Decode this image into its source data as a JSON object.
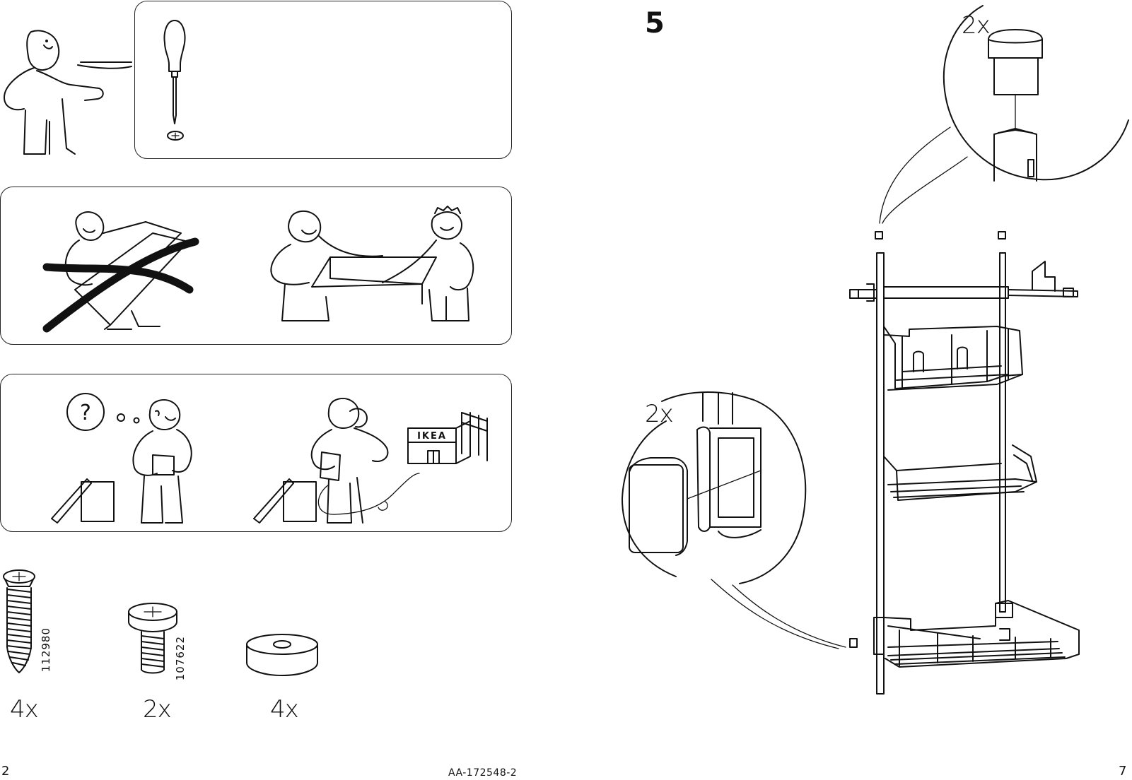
{
  "left_page": {
    "page_number": "2",
    "tips": {
      "tool_panel": {
        "icons": [
          "assembler-figure",
          "phillips-screwdriver",
          "screw-head"
        ]
      },
      "two_person_panel": {
        "icons": [
          "lifting-alone-crossed-out",
          "two-people-carrying"
        ]
      },
      "help_panel": {
        "icons": [
          "question-bubble",
          "confused-figure",
          "figure-on-phone",
          "ikea-store"
        ],
        "store_sign": "IKEA"
      }
    },
    "parts": [
      {
        "icon": "wood-screw-icon",
        "part_number": "112980",
        "quantity": "4x"
      },
      {
        "icon": "machine-screw-icon",
        "part_number": "107622",
        "quantity": "2x"
      },
      {
        "icon": "washer-icon",
        "part_number": "",
        "quantity": "4x"
      }
    ]
  },
  "center": {
    "document_id": "AA-172548-2"
  },
  "right_page": {
    "page_number": "7",
    "step_number": "5",
    "detail_top": {
      "quantity": "2x",
      "icon": "end-cap-icon"
    },
    "detail_side": {
      "quantity": "2x",
      "icon": "bumper-cap-icon"
    },
    "main_icon": "wire-basket-rack-icon"
  }
}
